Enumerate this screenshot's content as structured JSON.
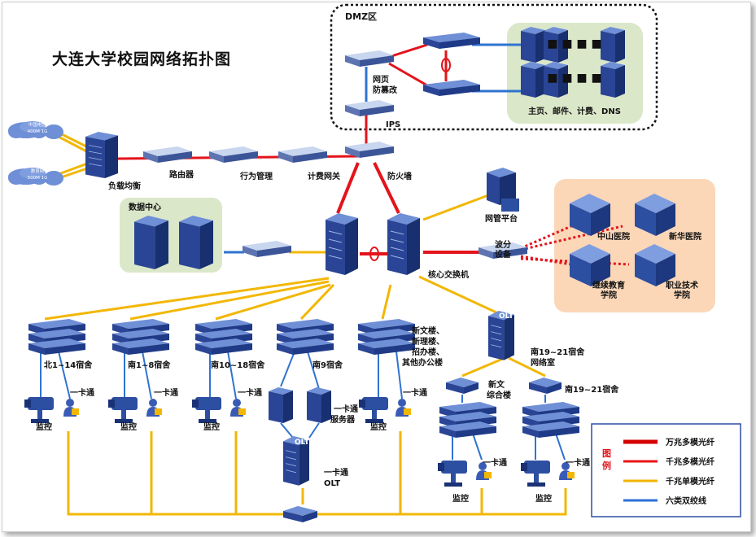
{
  "title": "大连大学校园网络拓扑图",
  "dmz": {
    "label": "DMZ区",
    "waf": "网页\n防篡改",
    "servers": "主页、邮件、计费、DNS",
    "ips": "IPS"
  },
  "isp": {
    "telecom": "中国电信\n400M 1G",
    "edu": "教育网\n500M 1G"
  },
  "wan_chain": {
    "lb": "负载均衡",
    "router": "路由器",
    "behavior": "行为管理",
    "billing": "计费网关",
    "firewall": "防火墙"
  },
  "datacenter": "数据中心",
  "nms": "网管平台",
  "core": "核心交换机",
  "wave": "波分\n设备",
  "remote": {
    "zhongshan": "中山医院",
    "xinhua": "新华医院",
    "jixu": "继续教育\n学院",
    "zhiye": "职业技术\n学院"
  },
  "dorms": {
    "d1": "北1~14宿舍",
    "d2": "南1~8宿舍",
    "d3": "南10~18宿舍",
    "d4": "南9宿舍",
    "d5": "新文楼、\n新理楼、\n招办楼、\n其他办公楼",
    "olt_room": "南19~21宿舍\n网络室",
    "xinwen": "新文\n综合楼",
    "s19": "南19~21宿舍"
  },
  "devices": {
    "card": "一卡通",
    "monitor": "监控",
    "card_server": "一卡通\n服务器",
    "card_olt": "一卡通\nOLT",
    "olt": "OLT"
  },
  "legend": {
    "title": "图例",
    "items": [
      {
        "label": "万兆多模光纤",
        "color": "#d40000"
      },
      {
        "label": "千兆多模光纤",
        "color": "#e8141a"
      },
      {
        "label": "千兆单模光纤",
        "color": "#f0b400"
      },
      {
        "label": "六类双绞线",
        "color": "#2b6fd6"
      }
    ]
  },
  "colors": {
    "red": "#e3141b",
    "yellow": "#f2b705",
    "blue": "#2f73d0",
    "device": "#2d4fa1",
    "green_panel": "#dbe7c9",
    "orange_panel": "#fbd7b8"
  }
}
